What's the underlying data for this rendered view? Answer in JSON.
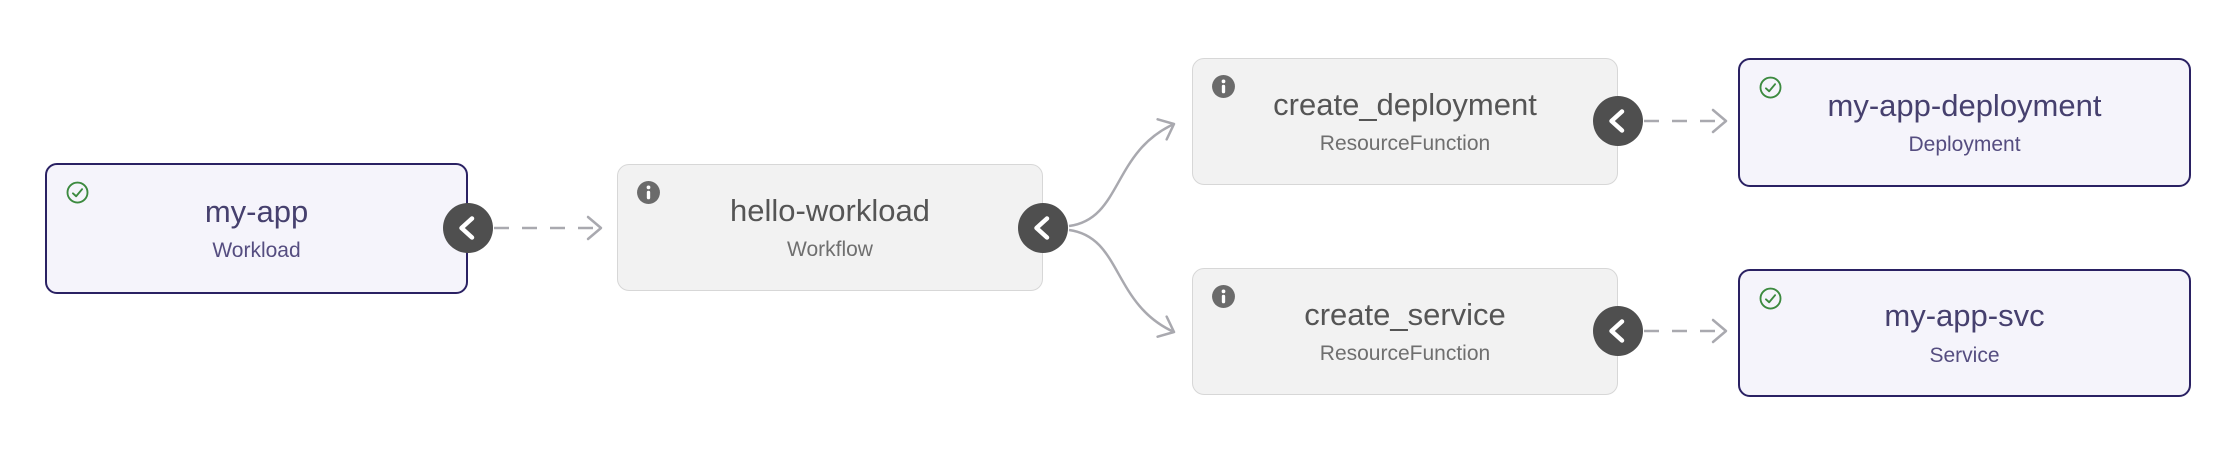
{
  "diagram": {
    "nodes": [
      {
        "id": "my-app",
        "title": "my-app",
        "subtitle": "Workload",
        "variant": "resource",
        "status_icon": "check-circle-icon"
      },
      {
        "id": "hello-workload",
        "title": "hello-workload",
        "subtitle": "Workflow",
        "variant": "function",
        "status_icon": "info-icon"
      },
      {
        "id": "create_deployment",
        "title": "create_deployment",
        "subtitle": "ResourceFunction",
        "variant": "function",
        "status_icon": "info-icon"
      },
      {
        "id": "my-app-deployment",
        "title": "my-app-deployment",
        "subtitle": "Deployment",
        "variant": "resource",
        "status_icon": "check-circle-icon"
      },
      {
        "id": "create_service",
        "title": "create_service",
        "subtitle": "ResourceFunction",
        "variant": "function",
        "status_icon": "info-icon"
      },
      {
        "id": "my-app-svc",
        "title": "my-app-svc",
        "subtitle": "Service",
        "variant": "resource",
        "status_icon": "check-circle-icon"
      }
    ],
    "collapse_buttons": [
      {
        "attached_to": "my-app",
        "icon": "chevron-left-icon"
      },
      {
        "attached_to": "hello-workload",
        "icon": "chevron-left-icon"
      },
      {
        "attached_to": "create_deployment",
        "icon": "chevron-left-icon"
      },
      {
        "attached_to": "create_service",
        "icon": "chevron-left-icon"
      }
    ],
    "edges": [
      {
        "from": "my-app",
        "to": "hello-workload",
        "style": "dashed",
        "arrow": "open-chevron"
      },
      {
        "from": "hello-workload",
        "to": "create_deployment",
        "style": "solid-curve",
        "arrow": "open-chevron"
      },
      {
        "from": "hello-workload",
        "to": "create_service",
        "style": "solid-curve",
        "arrow": "open-chevron"
      },
      {
        "from": "create_deployment",
        "to": "my-app-deployment",
        "style": "dashed",
        "arrow": "open-chevron"
      },
      {
        "from": "create_service",
        "to": "my-app-svc",
        "style": "dashed",
        "arrow": "open-chevron"
      }
    ],
    "colors": {
      "canvas_bg": "#ffffff",
      "resource_border": "#2a2163",
      "resource_bg": "#f5f4fb",
      "resource_title": "#46406e",
      "resource_subtitle": "#554d80",
      "function_border": "#d7d7d7",
      "function_bg": "#f2f2f2",
      "function_title": "#555555",
      "function_subtitle": "#6f6f6f",
      "edge": "#a9a9af",
      "collapse_button_bg": "#4f4f4f",
      "info_icon_bg": "#6b6b6b",
      "success_green": "#3c8a3f"
    }
  }
}
